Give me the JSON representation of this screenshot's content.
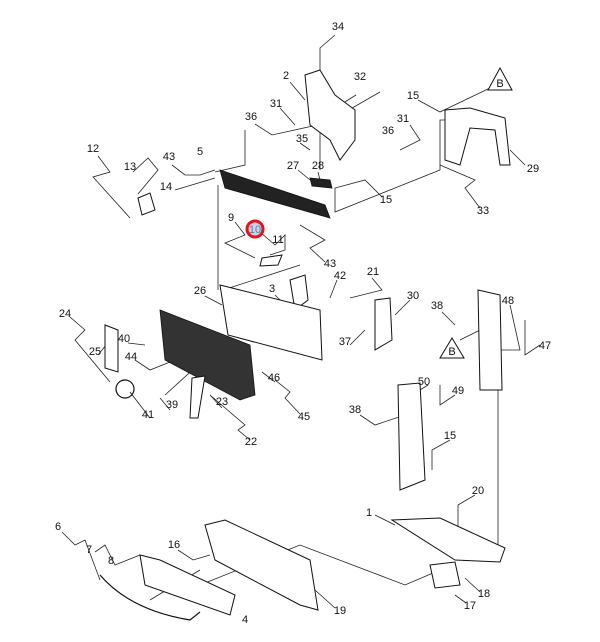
{
  "diagram": {
    "highlight_color": "#e0141e",
    "highlight_fill": "#c8d4e8",
    "highlighted_callout": "10",
    "reference_marker": "B",
    "callouts": [
      "34",
      "2",
      "32",
      "31",
      "36",
      "35",
      "15",
      "31",
      "36",
      "29",
      "12",
      "13",
      "43",
      "5",
      "14",
      "27",
      "28",
      "15",
      "33",
      "9",
      "10",
      "11",
      "43",
      "42",
      "21",
      "26",
      "3",
      "30",
      "38",
      "48",
      "24",
      "40",
      "25",
      "44",
      "37",
      "47",
      "50",
      "46",
      "49",
      "23",
      "39",
      "41",
      "45",
      "38",
      "15",
      "22",
      "20",
      "1",
      "6",
      "7",
      "16",
      "8",
      "18",
      "19",
      "17",
      "4"
    ]
  }
}
